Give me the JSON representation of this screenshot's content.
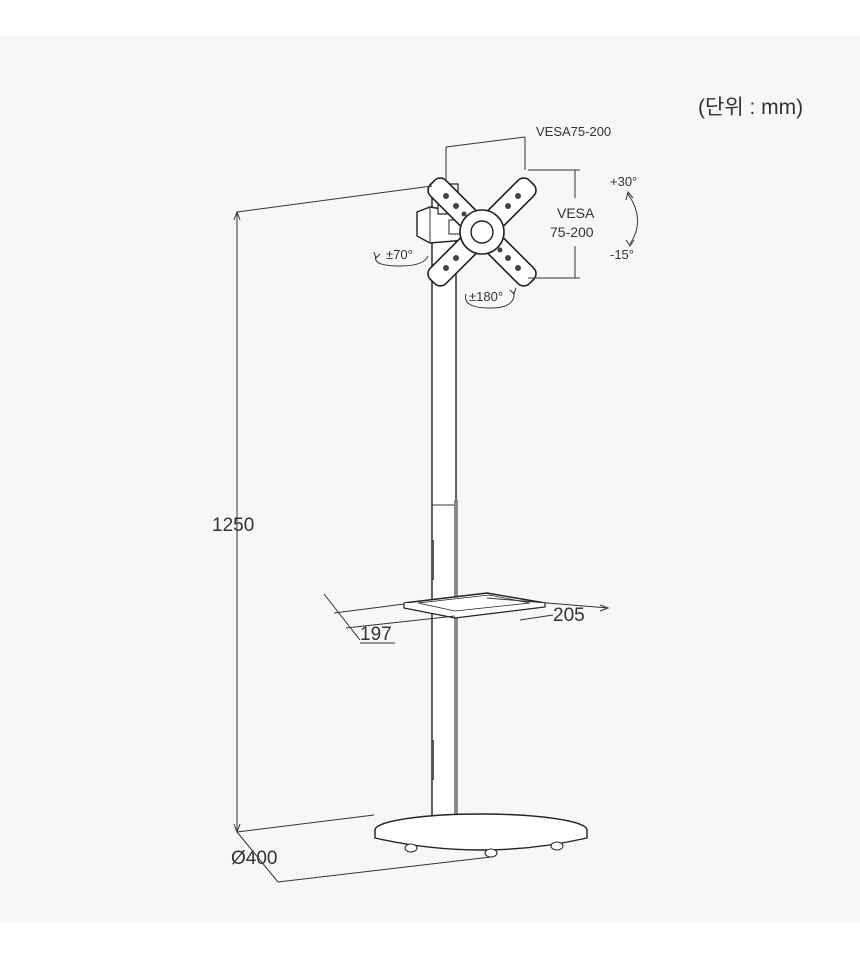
{
  "unit_note": "(단위 : mm)",
  "dimensions": {
    "height": "1250",
    "base_diameter": "Ø400",
    "shelf_depth": "197",
    "shelf_width": "205",
    "vesa_top": "VESA75-200",
    "vesa_side_line1": "VESA",
    "vesa_side_line2": "75-200"
  },
  "angles": {
    "swivel": "±70°",
    "rotation": "±180°",
    "tilt_up": "+30°",
    "tilt_down": "-15°"
  },
  "colors": {
    "background": "#f7f7f7",
    "line": "#333333"
  }
}
